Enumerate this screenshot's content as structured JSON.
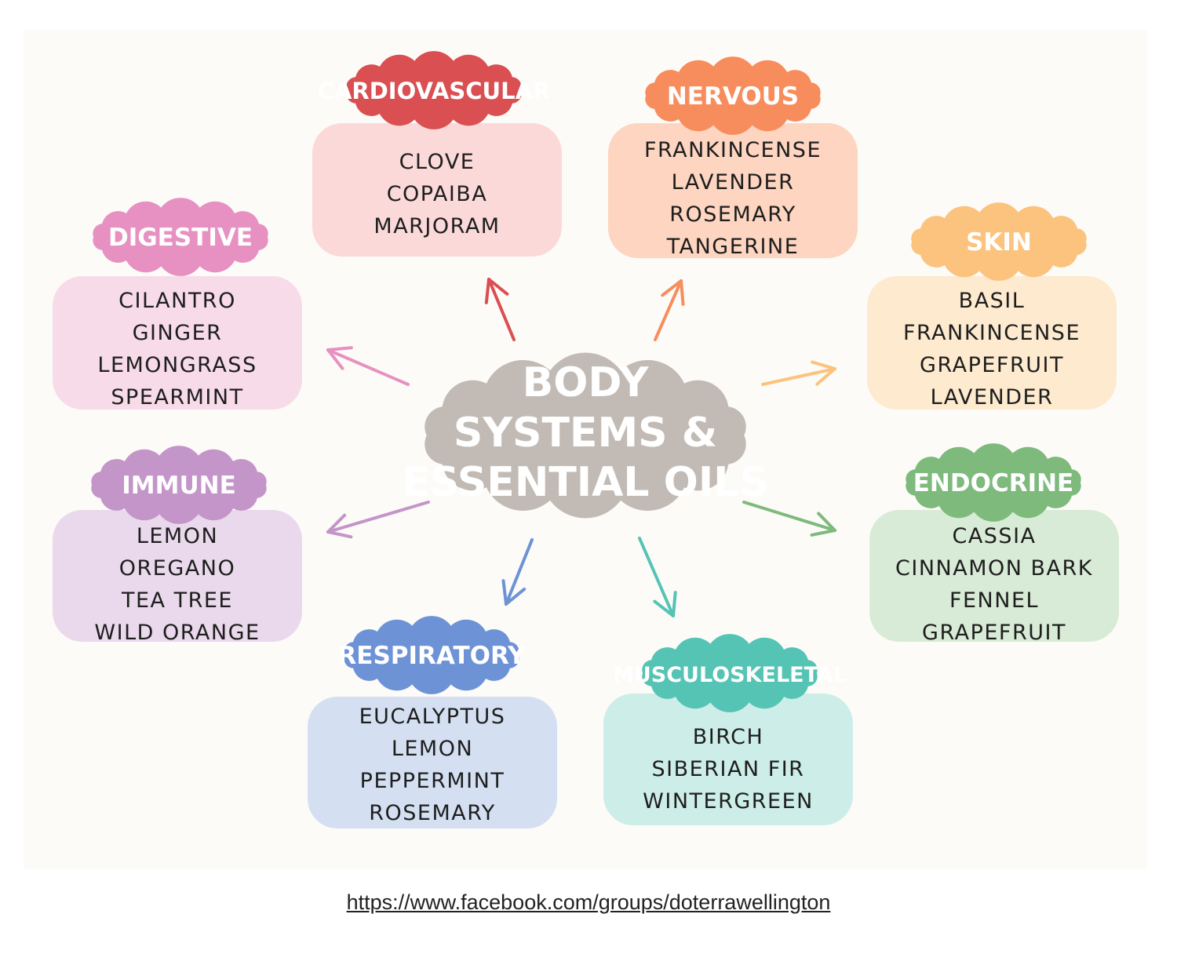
{
  "center": {
    "lines": [
      "BODY",
      "SYSTEMS &",
      "ESSENTIAL OILS"
    ],
    "color": "#c2bbb5"
  },
  "systems": [
    {
      "id": "cardiovascular",
      "title": "CARDIOVASCULAR",
      "oils": [
        "CLOVE",
        "COPAIBA",
        "MARJORAM"
      ],
      "cloud_color": "#d94f52",
      "box_color": "#fbd9d9",
      "arrow_color": "#d94f52"
    },
    {
      "id": "nervous",
      "title": "NERVOUS",
      "oils": [
        "FRANKINCENSE",
        "LAVENDER",
        "ROSEMARY",
        "TANGERINE"
      ],
      "cloud_color": "#f78d5c",
      "box_color": "#fdd5c0",
      "arrow_color": "#f78d5c"
    },
    {
      "id": "digestive",
      "title": "DIGESTIVE",
      "oils": [
        "CILANTRO",
        "GINGER",
        "LEMONGRASS",
        "SPEARMINT"
      ],
      "cloud_color": "#e691c1",
      "box_color": "#f7dbe8",
      "arrow_color": "#e691c1"
    },
    {
      "id": "skin",
      "title": "SKIN",
      "oils": [
        "BASIL",
        "FRANKINCENSE",
        "GRAPEFRUIT",
        "LAVENDER"
      ],
      "cloud_color": "#fbc37d",
      "box_color": "#fdeacf",
      "arrow_color": "#fbc37d"
    },
    {
      "id": "immune",
      "title": "IMMUNE",
      "oils": [
        "LEMON",
        "OREGANO",
        "TEA TREE",
        "WILD ORANGE"
      ],
      "cloud_color": "#c395c9",
      "box_color": "#ead9ec",
      "arrow_color": "#c395c9"
    },
    {
      "id": "endocrine",
      "title": "ENDOCRINE",
      "oils": [
        "CASSIA",
        "CINNAMON BARK",
        "FENNEL",
        "GRAPEFRUIT"
      ],
      "cloud_color": "#7dba7c",
      "box_color": "#d8ebd6",
      "arrow_color": "#7dba7c"
    },
    {
      "id": "respiratory",
      "title": "RESPIRATORY",
      "oils": [
        "EUCALYPTUS",
        "LEMON",
        "PEPPERMINT",
        "ROSEMARY"
      ],
      "cloud_color": "#6d93d6",
      "box_color": "#d4e0f2",
      "arrow_color": "#6d93d6"
    },
    {
      "id": "musculoskeletal",
      "title": "MUSCULOSKELETAL",
      "oils": [
        "BIRCH",
        "SIBERIAN FIR",
        "WINTERGREEN"
      ],
      "cloud_color": "#55c4b4",
      "box_color": "#cdeee8",
      "arrow_color": "#55c4b4"
    }
  ],
  "footer": {
    "url": "https://www.facebook.com/groups/doterrawellington"
  }
}
